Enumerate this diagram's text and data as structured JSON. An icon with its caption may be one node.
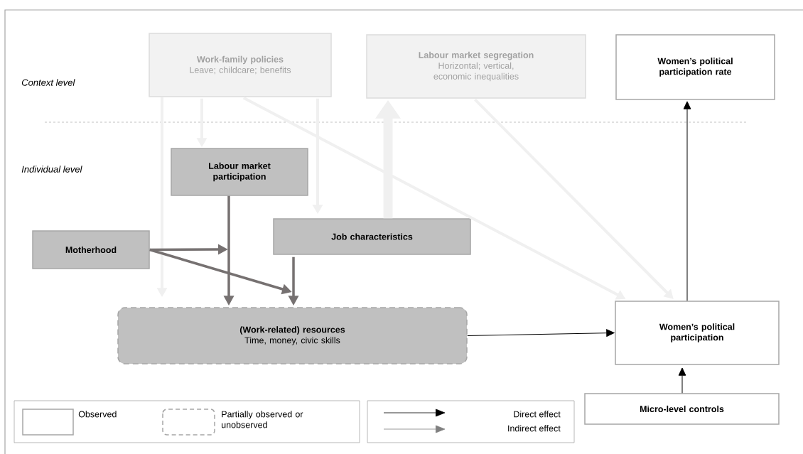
{
  "diagram": {
    "nodes": [
      {
        "text": [
          "Work-family policies",
          "Leave; childcare; benefits"
        ]
      },
      {
        "text": [
          "Labour market segregation",
          "Horizontal; vertical, economic inequalities"
        ]
      },
      {
        "text": [
          "Women’s political participation rate"
        ]
      },
      {
        "text": [
          "Labour market participation"
        ]
      },
      {
        "text": [
          "Motherhood"
        ]
      },
      {
        "text": [
          "Job characteristics"
        ]
      },
      {
        "text": [
          "(Work-related) resources",
          "Time, money, civic skills"
        ]
      },
      {
        "text": [
          "Women’s political participation"
        ]
      },
      {
        "text": [
          "Micro-level controls"
        ]
      }
    ],
    "edges": [
      {
        "from": 0,
        "to": 6,
        "arrow": "to",
        "color": "#f0f0f0"
      },
      {
        "from": 0,
        "to": 3,
        "arrow": "to",
        "color": "#f0f0f0"
      },
      {
        "from": 0,
        "to": 5,
        "arrow": "to",
        "color": "#f0f0f0"
      },
      {
        "from": 0,
        "to": 7,
        "arrow": "to",
        "color": "#f0f0f0"
      },
      {
        "from": 5,
        "to": 1,
        "arrow": "to",
        "style": "thick",
        "color": "#f0f0f0"
      },
      {
        "from": 1,
        "to": 7,
        "arrow": "to",
        "color": "#f0f0f0"
      },
      {
        "from": 3,
        "to": 6,
        "arrow": "to",
        "color": "#767171"
      },
      {
        "from": 4,
        "to": null,
        "arrow": "to",
        "color": "#767171"
      },
      {
        "from": 4,
        "to": null,
        "arrow": "to",
        "color": "#767171"
      },
      {
        "from": 5,
        "to": 6,
        "arrow": "to",
        "color": "#767171"
      },
      {
        "from": 6,
        "to": 7,
        "arrow": "to",
        "color": "#000000"
      },
      {
        "from": 7,
        "to": 2,
        "arrow": "to",
        "color": "#000000"
      },
      {
        "from": 8,
        "to": 7,
        "arrow": "to",
        "color": "#000000"
      }
    ],
    "labels": [
      "Context level",
      "Individual level"
    ],
    "legend": [
      {
        "text": "Observed"
      },
      {
        "text": "Partially observed or unobserved"
      },
      {
        "text": "Direct effect"
      },
      {
        "text": "Indirect effect"
      }
    ]
  }
}
